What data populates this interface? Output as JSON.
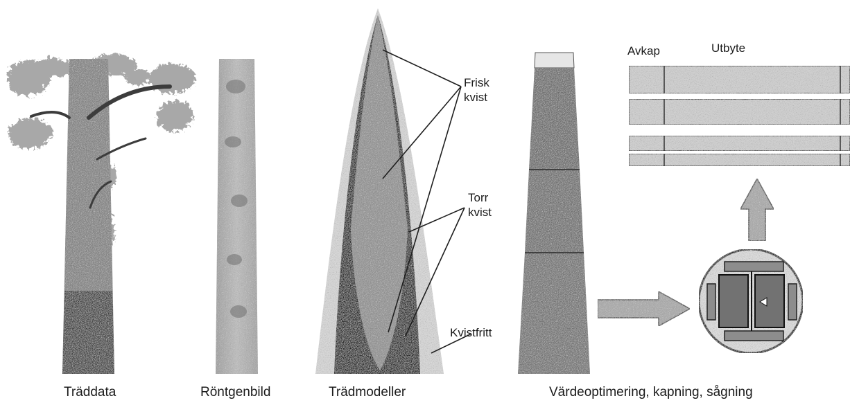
{
  "panels": {
    "tree_data": {
      "caption": "Träddata"
    },
    "xray": {
      "caption": "Röntgenbild"
    },
    "tree_models": {
      "caption": "Trädmodeller",
      "labels": {
        "fresh_knot_1": "Frisk",
        "fresh_knot_2": "kvist",
        "dry_knot_1": "Torr",
        "dry_knot_2": "kvist",
        "knot_free": "Kvistfritt"
      }
    },
    "optimization": {
      "caption": "Värdeoptimering, kapning, sågning",
      "headers": {
        "trim": "Avkap",
        "yield": "Utbyte"
      }
    }
  },
  "colors": {
    "bark": "#7a7a7a",
    "dark_bark": "#2e2e2e",
    "xray": "#b3b3b3",
    "fresh_zone": "#8f8f8f",
    "dry_zone": "#202020",
    "knot_free_zone": "#dcdcdc",
    "log": "#6d6d6d",
    "board": "#d2d2d2",
    "arrow": "#a9a9a9"
  }
}
